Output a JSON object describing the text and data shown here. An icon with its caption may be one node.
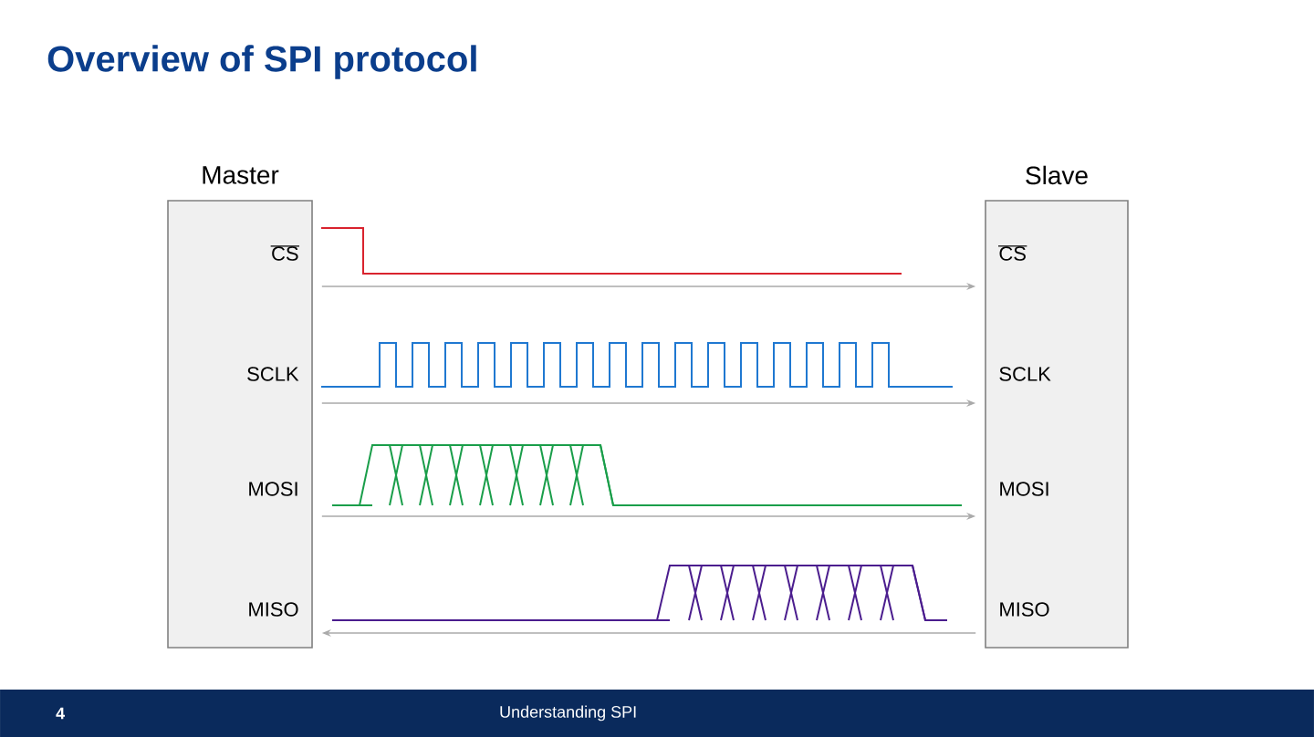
{
  "diagram": {
    "title": "Overview of SPI protocol",
    "nodes": [
      {
        "text": [
          "Master",
          "CS",
          "SCLK",
          "MOSI",
          "MISO"
        ]
      },
      {
        "text": [
          "Slave",
          "CS",
          "SCLK",
          "MOSI",
          "MISO"
        ]
      }
    ],
    "edges": [
      {
        "from": 0,
        "to": 1,
        "arrow": "to"
      },
      {
        "from": 0,
        "to": 1,
        "arrow": "to"
      },
      {
        "from": 0,
        "to": 1,
        "arrow": "to"
      },
      {
        "from": 1,
        "to": 0,
        "arrow": "to"
      }
    ],
    "labels": [
      "4",
      "Understanding SPI"
    ]
  }
}
